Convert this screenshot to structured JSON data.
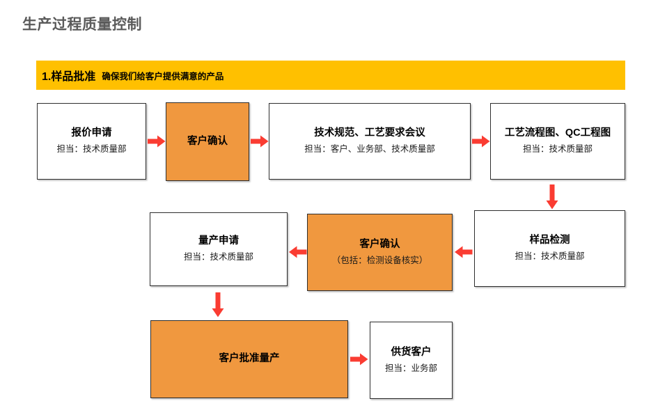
{
  "page": {
    "title": "生产过程质量控制",
    "title_color": "#5A5A5A",
    "background": "#FFFFFF"
  },
  "section": {
    "banner_color": "#FFC000",
    "index_label": "1.样品批准",
    "subtitle": "确保我们给客户提供满意的产品"
  },
  "palette": {
    "accent_orange": "#F0983F",
    "arrow_red": "#FA3C32",
    "box_border": "#2E2E2E",
    "banner_yellow": "#FFC000"
  },
  "flow": {
    "nodes": [
      {
        "id": "quote-request",
        "title": "报价申请",
        "sub": "担当：技术质量部",
        "filled": false
      },
      {
        "id": "customer-confirm-1",
        "title": "客户确认",
        "sub": "",
        "filled": true
      },
      {
        "id": "spec-meeting",
        "title": "技术规范、工艺要求会议",
        "sub": "担当：客户、业务部、技术质量部",
        "filled": false
      },
      {
        "id": "process-qc-chart",
        "title": "工艺流程图、QC工程图",
        "sub": "担当：技术质量部",
        "filled": false
      },
      {
        "id": "sample-inspection",
        "title": "样品检测",
        "sub": "担当：技术质量部",
        "filled": false
      },
      {
        "id": "customer-confirm-2",
        "title": "客户确认",
        "sub": "（包括：检测设备核实）",
        "filled": true
      },
      {
        "id": "mass-production-req",
        "title": "量产申请",
        "sub": "担当：技术质量部",
        "filled": false
      },
      {
        "id": "customer-approve-mp",
        "title": "客户批准量产",
        "sub": "",
        "filled": true
      },
      {
        "id": "supply-customer",
        "title": "供货客户",
        "sub": "担当：业务部",
        "filled": false
      }
    ],
    "connectors": [
      {
        "id": "quote-to-confirm1",
        "direction": "right"
      },
      {
        "id": "confirm1-to-spec",
        "direction": "right"
      },
      {
        "id": "spec-to-qcchart",
        "direction": "right"
      },
      {
        "id": "qcchart-to-sample",
        "direction": "down"
      },
      {
        "id": "sample-to-confirm2",
        "direction": "left"
      },
      {
        "id": "confirm2-to-mprequest",
        "direction": "left"
      },
      {
        "id": "mprequest-to-approve",
        "direction": "down"
      },
      {
        "id": "approve-to-supply",
        "direction": "right"
      }
    ]
  }
}
